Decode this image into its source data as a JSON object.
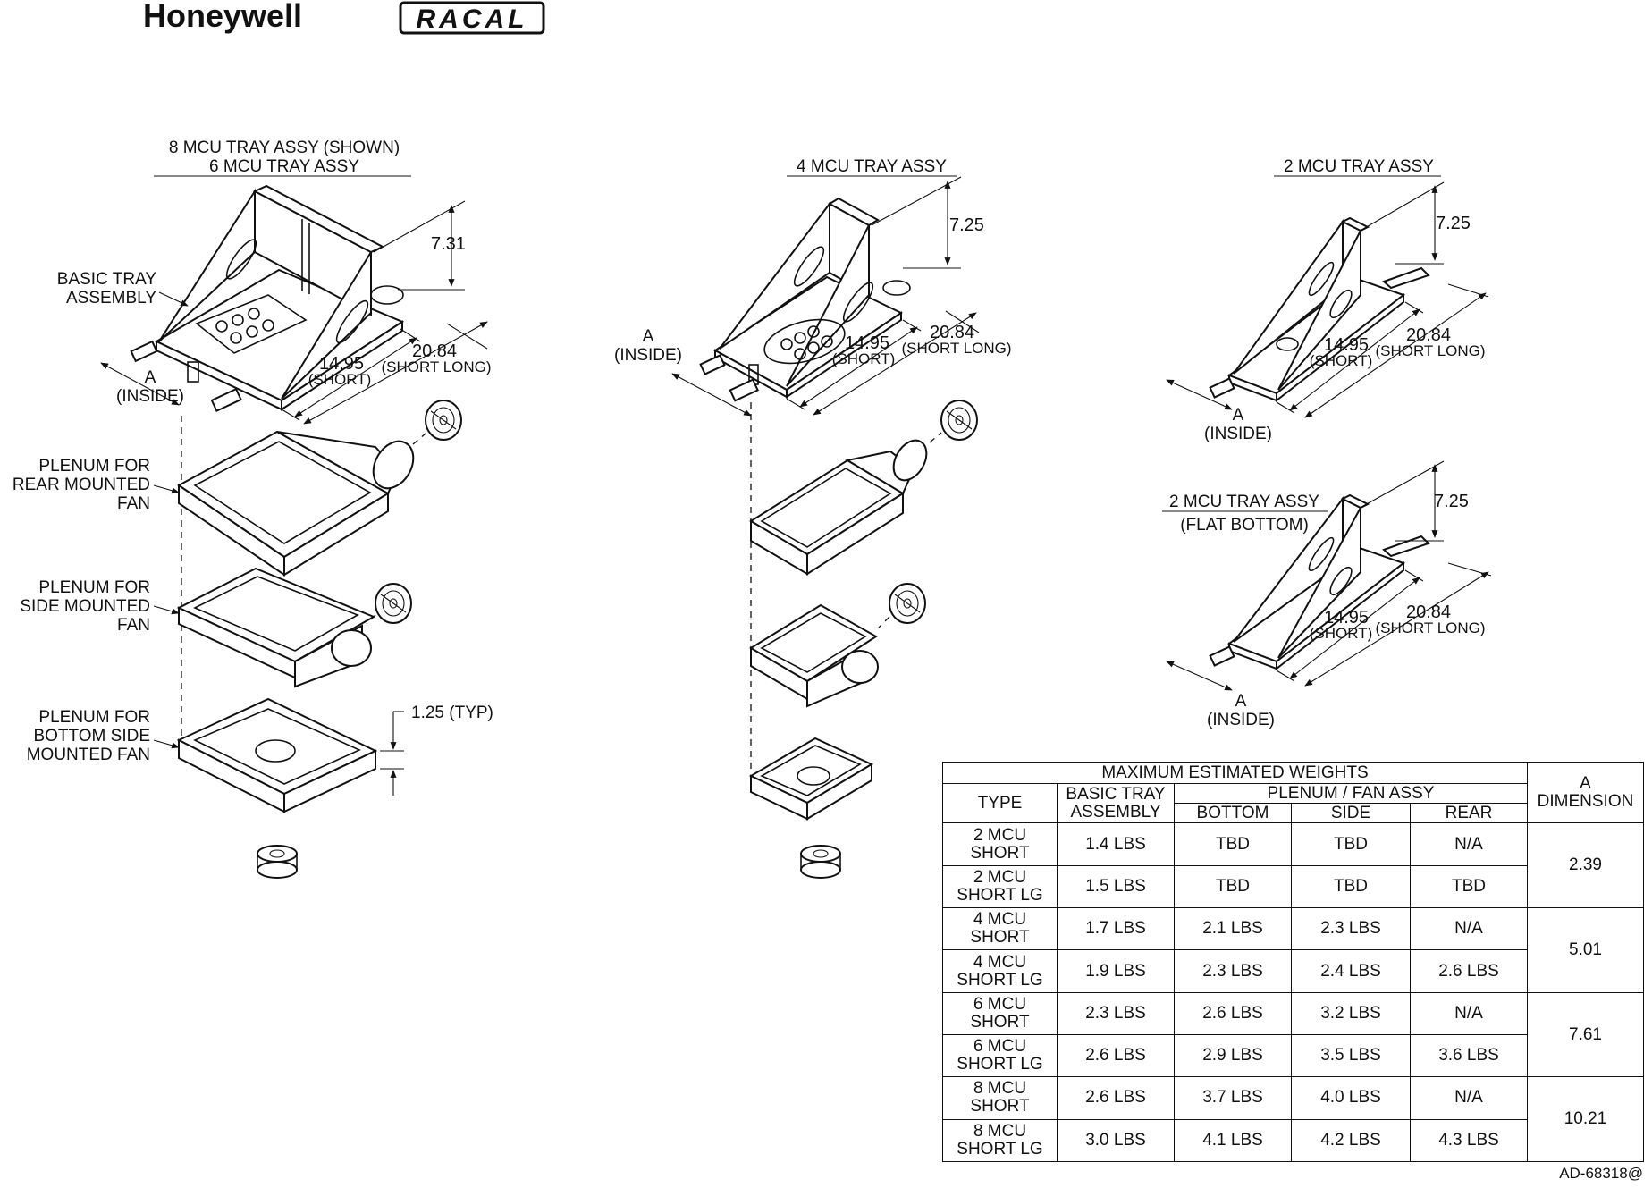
{
  "header": {
    "brand_left": "Honeywell",
    "brand_right": "RACAL"
  },
  "views": {
    "mcu8": {
      "title_1": "8 MCU TRAY ASSY (SHOWN)",
      "title_2": "6 MCU TRAY ASSY",
      "height_dim": "7.31",
      "short_dim": "14.95",
      "short_label": "(SHORT)",
      "long_dim": "20.84",
      "long_label": "(SHORT LONG)"
    },
    "mcu4": {
      "title": "4 MCU TRAY ASSY",
      "height_dim": "7.25",
      "short_dim": "14.95",
      "short_label": "(SHORT)",
      "long_dim": "20.84",
      "long_label": "(SHORT LONG)"
    },
    "mcu2": {
      "title": "2 MCU TRAY ASSY",
      "height_dim": "7.25",
      "short_dim": "14.95",
      "short_label": "(SHORT)",
      "long_dim": "20.84",
      "long_label": "(SHORT LONG)"
    },
    "mcu2_flat": {
      "title": "2 MCU TRAY ASSY",
      "subtitle": "(FLAT BOTTOM)",
      "height_dim": "7.25",
      "short_dim": "14.95",
      "short_label": "(SHORT)",
      "long_dim": "20.84",
      "long_label": "(SHORT LONG)"
    }
  },
  "labels": {
    "basic_tray_1": "BASIC TRAY",
    "basic_tray_2": "ASSEMBLY",
    "a_dim": "A",
    "inside": "(INSIDE)",
    "plenum_rear_1": "PLENUM FOR",
    "plenum_rear_2": "REAR MOUNTED",
    "plenum_rear_3": "FAN",
    "plenum_side_1": "PLENUM FOR",
    "plenum_side_2": "SIDE MOUNTED",
    "plenum_side_3": "FAN",
    "plenum_bottom_1": "PLENUM FOR",
    "plenum_bottom_2": "BOTTOM SIDE",
    "plenum_bottom_3": "MOUNTED FAN",
    "typ_dim": "1.25 (TYP)"
  },
  "table": {
    "title": "MAXIMUM ESTIMATED WEIGHTS",
    "headers": {
      "type": "TYPE",
      "basic_tray_1": "BASIC TRAY",
      "basic_tray_2": "ASSEMBLY",
      "plenum_group": "PLENUM / FAN ASSY",
      "bottom": "BOTTOM",
      "side": "SIDE",
      "rear": "REAR",
      "a_dim_1": "A",
      "a_dim_2": "DIMENSION"
    },
    "rows": [
      {
        "type": "2 MCU\nSHORT",
        "basic": "1.4 LBS",
        "bottom": "TBD",
        "side": "TBD",
        "rear": "N/A"
      },
      {
        "type": "2 MCU\nSHORT LG",
        "basic": "1.5 LBS",
        "bottom": "TBD",
        "side": "TBD",
        "rear": "TBD"
      },
      {
        "type": "4 MCU\nSHORT",
        "basic": "1.7 LBS",
        "bottom": "2.1 LBS",
        "side": "2.3 LBS",
        "rear": "N/A"
      },
      {
        "type": "4 MCU\nSHORT LG",
        "basic": "1.9 LBS",
        "bottom": "2.3 LBS",
        "side": "2.4 LBS",
        "rear": "2.6 LBS"
      },
      {
        "type": "6 MCU\nSHORT",
        "basic": "2.3 LBS",
        "bottom": "2.6 LBS",
        "side": "3.2 LBS",
        "rear": "N/A"
      },
      {
        "type": "6 MCU\nSHORT LG",
        "basic": "2.6 LBS",
        "bottom": "2.9 LBS",
        "side": "3.5 LBS",
        "rear": "3.6 LBS"
      },
      {
        "type": "8 MCU\nSHORT",
        "basic": "2.6 LBS",
        "bottom": "3.7 LBS",
        "side": "4.0 LBS",
        "rear": "N/A"
      },
      {
        "type": "8 MCU\nSHORT LG",
        "basic": "3.0 LBS",
        "bottom": "4.1 LBS",
        "side": "4.2 LBS",
        "rear": "4.3 LBS"
      }
    ],
    "a_dimensions": [
      "2.39",
      "5.01",
      "7.61",
      "10.21"
    ]
  },
  "doc_number": "AD-68318@"
}
